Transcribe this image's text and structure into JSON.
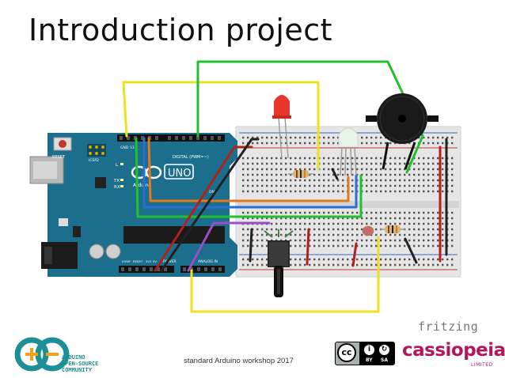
{
  "slide": {
    "title": "Introduction project",
    "footer": "standard Arduino workshop 2017"
  },
  "board": {
    "reset": "RESET",
    "icsp2": "ICSP2",
    "l": "L",
    "tx": "TX",
    "rx": "RX",
    "uno": "UNO",
    "brand": "Arduino",
    "digital": "DIGITAL (PWM=~)",
    "analog": "ANALOG IN",
    "power": "POWER",
    "gnd": "GND",
    "aref": "AREF",
    "ioref": "IOREF",
    "reset2": "RESET",
    "v33": "3V3",
    "v5": "5V",
    "vin": "VIN",
    "on": "ON",
    "pin13": "13"
  },
  "logos": {
    "fritzing": "fritzing",
    "arduino_line1": "ARDUINO",
    "arduino_line2": "OPEN-SOURCE",
    "arduino_line3": "COMMUNITY",
    "cc": "cc",
    "cc_by": "BY",
    "cc_sa": "SA",
    "cassiopeia": "cassiopeia",
    "limited": "LIMITED"
  },
  "colors": {
    "board": "#1b6f8c",
    "wire_yellow": "#f0e020",
    "wire_green": "#22c030",
    "wire_red": "#b3201a",
    "wire_black": "#222222",
    "wire_blue": "#2a6fd6",
    "wire_orange": "#e07a20",
    "wire_purple": "#9a4fc8",
    "brand_magenta": "#b3165c",
    "arduino_teal": "#1d8f96"
  }
}
